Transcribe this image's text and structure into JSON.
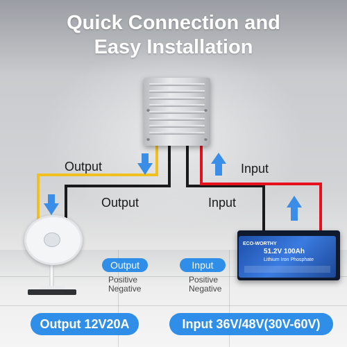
{
  "headline": {
    "line1": "Quick Connection and",
    "line2": "Easy Installation"
  },
  "wires": {
    "output_label_upper": "Output",
    "output_label_lower": "Output",
    "input_label_upper": "Input",
    "input_label_lower": "Input",
    "colors": {
      "positive": "#e8101a",
      "negative": "#1a1a1a",
      "output_positive": "#f0c020",
      "arrow": "#3a8ee8"
    }
  },
  "battery": {
    "brand": "ECO-WORTHY",
    "title": "51.2V 100Ah",
    "subtitle": "Lithium Iron Phosphate"
  },
  "legend": {
    "output_title": "Output",
    "output_positive": "Positive",
    "output_negative": "Negative",
    "input_title": "Input",
    "input_positive": "Positive",
    "input_negative": "Negative"
  },
  "specs": {
    "output": "Output 12V20A",
    "input": "Input 36V/48V(30V-60V)"
  },
  "icons": [
    "arrow-down-icon",
    "arrow-up-icon"
  ]
}
